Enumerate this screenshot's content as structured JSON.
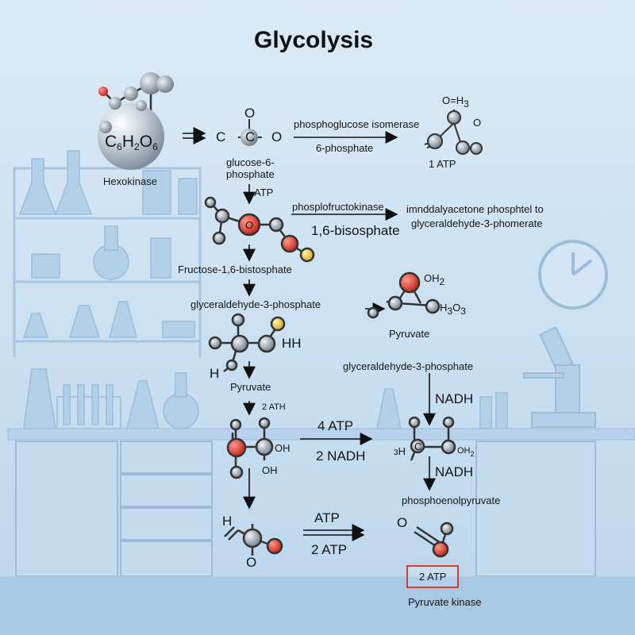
{
  "title": "Glycolysis",
  "formula": {
    "c": "C",
    "c_sub": "6",
    "h": "H",
    "h_sub": "2",
    "o": "O",
    "o_sub": "6"
  },
  "labels": {
    "hexokinase": "Hexokinase",
    "molecule_c_left": "C",
    "molecule_c_center": "C",
    "molecule_o_top": "O",
    "molecule_o_right": "O",
    "glucose_6_phosphate_line1": "glucose-6-",
    "glucose_6_phosphate_line2": "phosphate",
    "atp_1": "ATP",
    "isomerase": "phosphoglucose isomerase",
    "six_phosphate": "6-phosphate",
    "o_h3": "O=H",
    "o_h3_sub": "3",
    "o_right_top": "O",
    "one_atp": "1 ATP",
    "phosphofructokinase": "phosplofructokinase",
    "bisosphate_1": "1,6-bisosphate",
    "dhap_line1": "imnddalyacetone phosphtel to",
    "dhap_line2": "glyceraldehyde-3-phomerate",
    "ring_o": "O",
    "fructose_bisphosphate": "Fructose-1,6-bistosphate",
    "gap_1": "glyceraldehyde-3-phosphate",
    "oh2": "OH",
    "oh2_sub": "2",
    "h3o3": "H",
    "h3o3_sub": "3",
    "h3o3_o": "O",
    "h3o3_sub2": "3",
    "pyruvate_right": "Pyruvate",
    "hh": "HH",
    "h_left": "H",
    "pyruvate_left": "Pyruvate",
    "gap_2": "glyceraldehyde-3-phosphate",
    "two_ath": "2 ATH",
    "nadh_1": "NADH",
    "four_atp": "4 ATP",
    "two_nadh": "2 NADH",
    "oh_a": "OH",
    "oh_b": "OH",
    "h3_left": "3",
    "h_mid": "H",
    "c_mid": "C",
    "oh2_right": "OH",
    "oh2_right_sub": "2",
    "nadh_2": "NADH",
    "phosphoenolpyruvate": "phosphoenolpyruvate",
    "h_bottom": "H",
    "o_bottom": "O",
    "atp_bottom": "ATP",
    "two_atp_bottom": "2 ATP",
    "o_pk": "O",
    "two_atp_boxed": "2 ATP",
    "pyruvate_kinase": "Pyruvate kinase"
  },
  "colors": {
    "oxygen": "#d9302a",
    "carbon": "#8e9aa6",
    "sulfur": "#e8c02a",
    "highlight_box": "#d73a2e"
  }
}
